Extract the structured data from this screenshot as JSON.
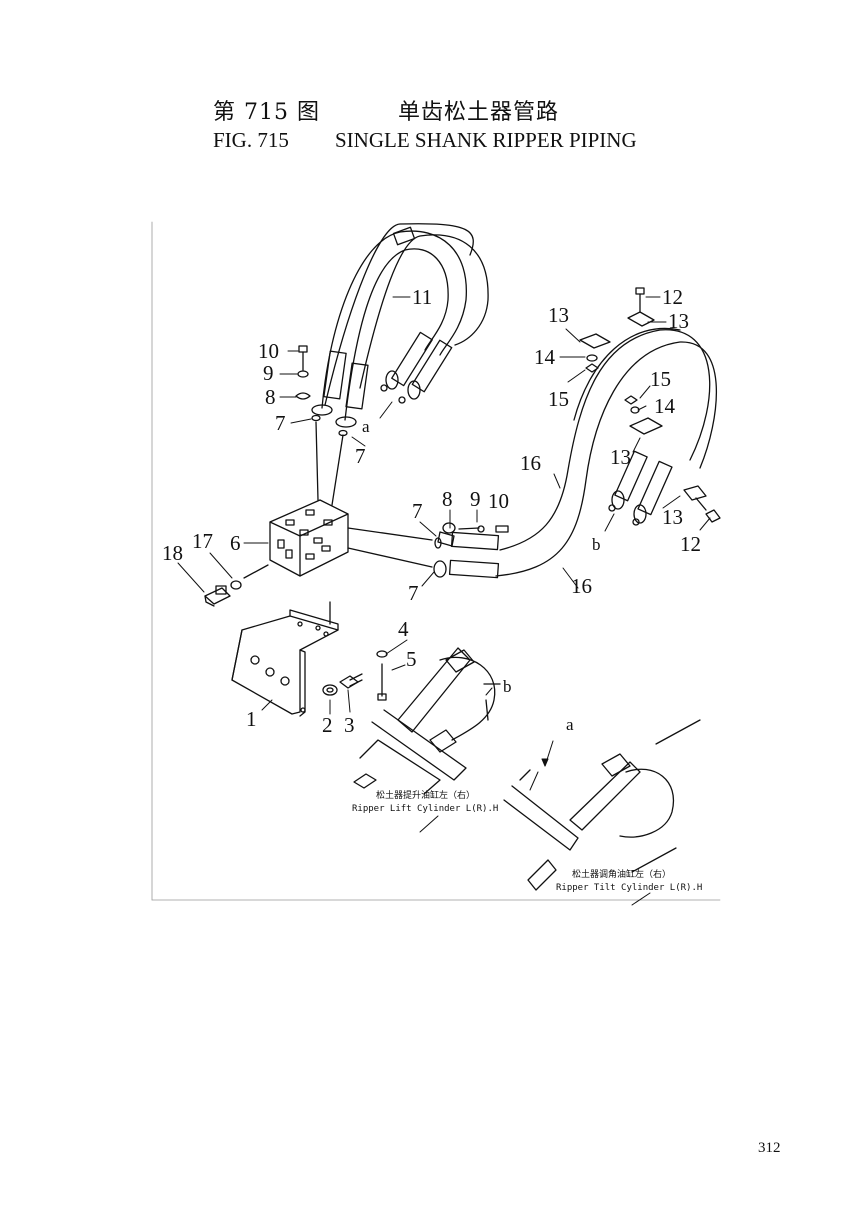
{
  "header": {
    "fig_label_cn": "第 715 图",
    "title_cn": "单齿松土器管路",
    "fig_label_en": "FIG. 715",
    "title_en": "SINGLE SHANK RIPPER PIPING"
  },
  "callouts": [
    {
      "id": "c1",
      "text": "1"
    },
    {
      "id": "c2",
      "text": "2"
    },
    {
      "id": "c3",
      "text": "3"
    },
    {
      "id": "c4",
      "text": "4"
    },
    {
      "id": "c5",
      "text": "5"
    },
    {
      "id": "c6",
      "text": "6"
    },
    {
      "id": "c7a",
      "text": "7"
    },
    {
      "id": "c7b",
      "text": "7"
    },
    {
      "id": "c7c",
      "text": "7"
    },
    {
      "id": "c7d",
      "text": "7"
    },
    {
      "id": "c8a",
      "text": "8"
    },
    {
      "id": "c8b",
      "text": "8"
    },
    {
      "id": "c9a",
      "text": "9"
    },
    {
      "id": "c9b",
      "text": "9"
    },
    {
      "id": "c10a",
      "text": "10"
    },
    {
      "id": "c10b",
      "text": "10"
    },
    {
      "id": "c11",
      "text": "11"
    },
    {
      "id": "c12a",
      "text": "12"
    },
    {
      "id": "c12b",
      "text": "12"
    },
    {
      "id": "c13a",
      "text": "13"
    },
    {
      "id": "c13b",
      "text": "13"
    },
    {
      "id": "c13c",
      "text": "13"
    },
    {
      "id": "c13d",
      "text": "13"
    },
    {
      "id": "c14a",
      "text": "14"
    },
    {
      "id": "c14b",
      "text": "14"
    },
    {
      "id": "c15a",
      "text": "15"
    },
    {
      "id": "c15b",
      "text": "15"
    },
    {
      "id": "c16a",
      "text": "16"
    },
    {
      "id": "c16b",
      "text": "16"
    },
    {
      "id": "c17",
      "text": "17"
    },
    {
      "id": "c18",
      "text": "18"
    },
    {
      "id": "ca1",
      "text": "a"
    },
    {
      "id": "ca2",
      "text": "a"
    },
    {
      "id": "cb1",
      "text": "b"
    },
    {
      "id": "cb2",
      "text": "b"
    }
  ],
  "cylinders": {
    "lift_cn": "松土器提升油缸左（右）",
    "lift_en": "Ripper Lift Cylinder L(R).H",
    "tilt_cn": "松土器调角油缸左（右）",
    "tilt_en": "Ripper Tilt Cylinder L(R).H"
  },
  "page_number": "312"
}
